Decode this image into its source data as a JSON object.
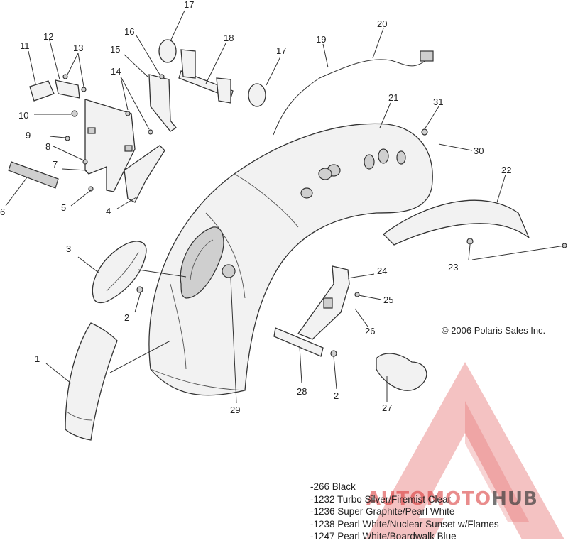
{
  "diagram": {
    "callouts": [
      "1",
      "2",
      "3",
      "4",
      "5",
      "6",
      "7",
      "8",
      "9",
      "10",
      "11",
      "12",
      "13",
      "14",
      "15",
      "16",
      "17",
      "18",
      "19",
      "20",
      "21",
      "22",
      "23",
      "24",
      "25",
      "26",
      "27",
      "28",
      "29",
      "30",
      "31"
    ],
    "copyright": "© 2006 Polaris Sales Inc.",
    "color_codes": [
      "-266  Black",
      "-1232 Turbo Silver/Firemist Clear",
      "-1236 Super Graphite/Pearl White",
      "-1238 Pearl White/Nuclear Sunset w/Flames",
      "-1247 Pearl White/Boardwalk Blue"
    ]
  },
  "watermark": {
    "text_left": "AUTOMOTO",
    "text_right": "HUB",
    "color": "#e05050"
  }
}
